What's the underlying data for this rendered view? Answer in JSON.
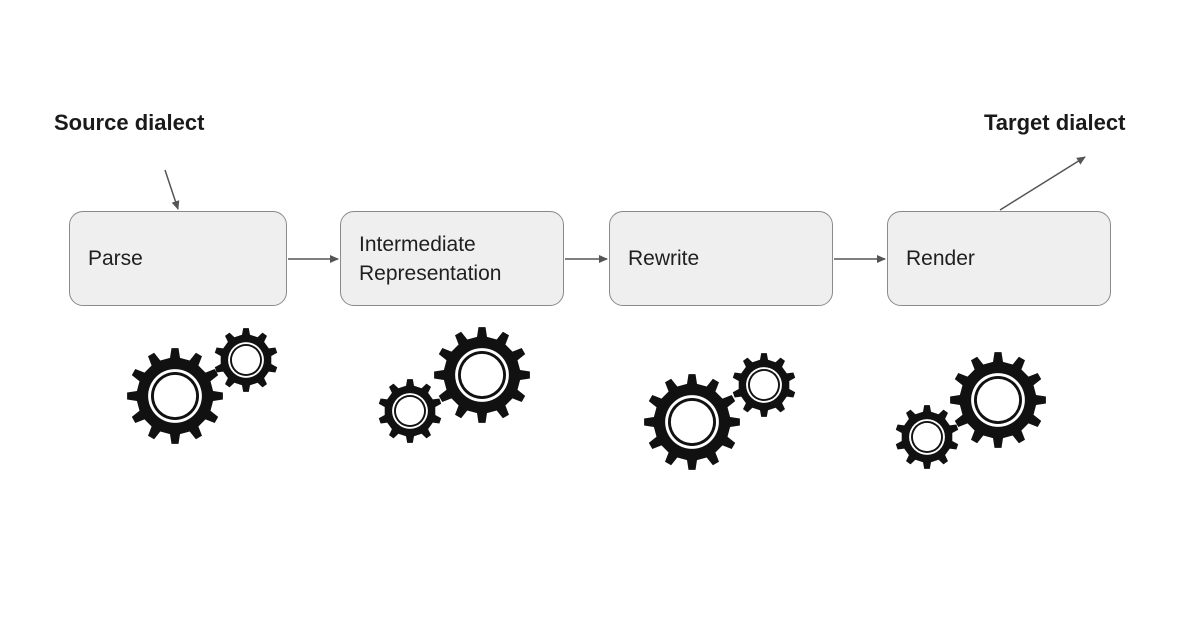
{
  "labels": {
    "source": "Source dialect",
    "target": "Target dialect"
  },
  "stages": [
    {
      "label_line1": "Parse",
      "label_line2": ""
    },
    {
      "label_line1": "Intermediate",
      "label_line2": "Representation"
    },
    {
      "label_line1": "Rewrite",
      "label_line2": ""
    },
    {
      "label_line1": "Render",
      "label_line2": ""
    }
  ],
  "colors": {
    "box_fill": "#efefef",
    "box_border": "#8a8a8a",
    "arrow": "#555555",
    "gear": "#111111"
  },
  "icons": [
    "gears-icon",
    "gears-icon",
    "gears-icon",
    "gears-icon"
  ]
}
